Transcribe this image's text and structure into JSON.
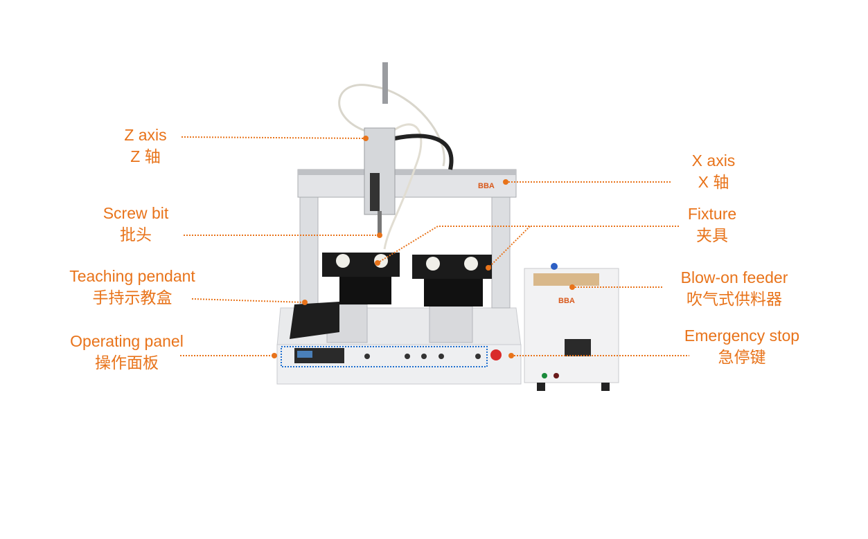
{
  "accent_color": "#E8731A",
  "panel_highlight_color": "#1E6FD0",
  "machine_logo": "BBA",
  "callouts": [
    {
      "en": "Z axis",
      "zh": "Z 轴"
    },
    {
      "en": "X axis",
      "zh": "X 轴"
    },
    {
      "en": "Screw bit",
      "zh": "批头"
    },
    {
      "en": "Fixture",
      "zh": "夹具"
    },
    {
      "en": "Teaching pendant",
      "zh": "手持示教盒"
    },
    {
      "en": "Blow-on feeder",
      "zh": "吹气式供料器"
    },
    {
      "en": "Operating panel",
      "zh": "操作面板"
    },
    {
      "en": "Emergency stop",
      "zh": "急停键"
    }
  ]
}
